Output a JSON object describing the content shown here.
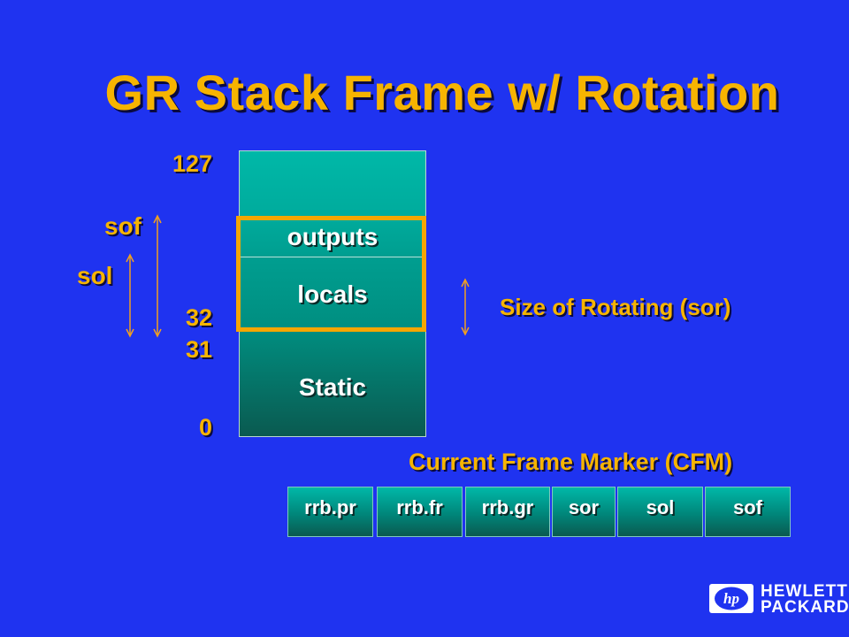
{
  "title": "GR Stack Frame w/ Rotation",
  "register_numbers": {
    "top": "127",
    "r32": "32",
    "r31": "31",
    "bottom": "0"
  },
  "left_labels": {
    "sof": "sof",
    "sol": "sol"
  },
  "stack_segments": {
    "outputs": "outputs",
    "locals": "locals",
    "static": "Static"
  },
  "sor_caption": "Size of Rotating (sor)",
  "cfm": {
    "caption": "Current Frame Marker (CFM)",
    "fields": [
      "rrb.pr",
      "rrb.fr",
      "rrb.gr",
      "sor",
      "sol",
      "sof"
    ]
  },
  "logo": {
    "mark": "hp",
    "line1": "HEWLETT",
    "line2": "PACKARD"
  },
  "colors": {
    "background": "#1f33f0",
    "accent": "#f6b400",
    "highlight_box": "#f6a600",
    "arrow": "#f0a020"
  }
}
